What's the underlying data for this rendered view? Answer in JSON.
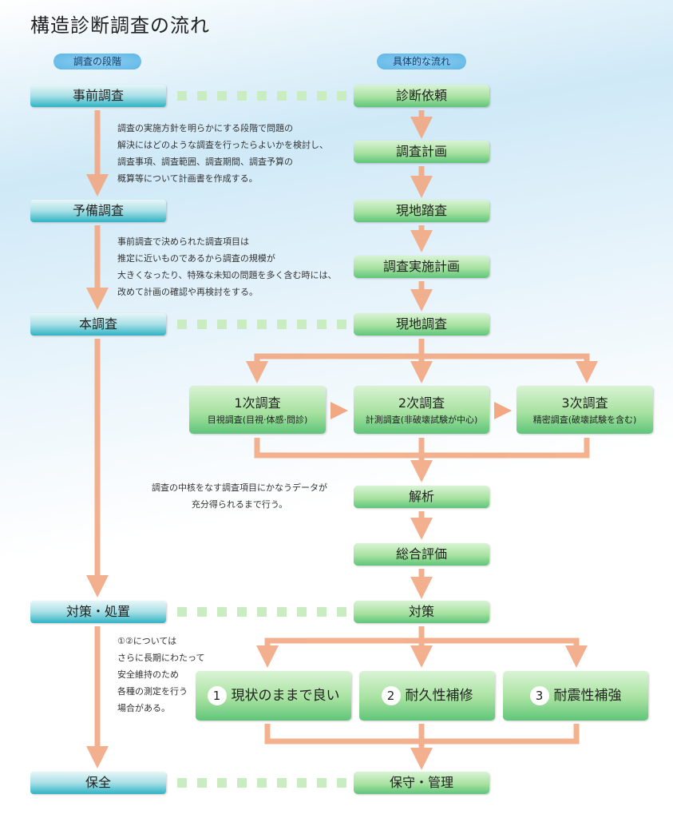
{
  "title": "構造診断調査の流れ",
  "headers": {
    "stages": "調査の段階",
    "flow": "具体的な流れ"
  },
  "stages": [
    "事前調査",
    "予備調査",
    "本調査",
    "対策・処置",
    "保全"
  ],
  "flow": [
    "診断依頼",
    "調査計画",
    "現地踏査",
    "調査実施計画",
    "現地調査",
    "解析",
    "総合評価",
    "対策",
    "保守・管理"
  ],
  "surveys": [
    {
      "title": "1次調査",
      "sub": "目視調査(目視·体感·問診)"
    },
    {
      "title": "2次調査",
      "sub": "計測調査(非破壊試験が中心)"
    },
    {
      "title": "3次調査",
      "sub": "精密調査(破壊試験を含む)"
    }
  ],
  "measures": [
    {
      "num": "1",
      "label": "現状のままで良い"
    },
    {
      "num": "2",
      "label": "耐久性補修"
    },
    {
      "num": "3",
      "label": "耐震性補強"
    }
  ],
  "notes": {
    "pre": [
      "調査の実施方針を明らかにする段階で問題の",
      "解決にはどのような調査を行ったらよいかを検討し、",
      "調査事項、調査範囲、調査期間、調査予算の",
      "概算等について計画書を作成する。"
    ],
    "prelim": [
      "事前調査で決められた調査項目は",
      "推定に近いものであるから調査の規模が",
      "大きくなったり、特殊な未知の問題を多く含む時には、",
      "改めて計画の確認や再検討をする。"
    ],
    "main": [
      "調査の中核をなす調査項目にかなうデータが",
      "充分得られるまで行う。"
    ],
    "measure": [
      "①②については",
      "さらに長期にわたって",
      "安全維持のため",
      "各種の測定を行う",
      "場合がある。"
    ]
  },
  "colors": {
    "arrow": "#f2a882",
    "green": "#7fd18a",
    "teal": "#2fb3c4"
  }
}
